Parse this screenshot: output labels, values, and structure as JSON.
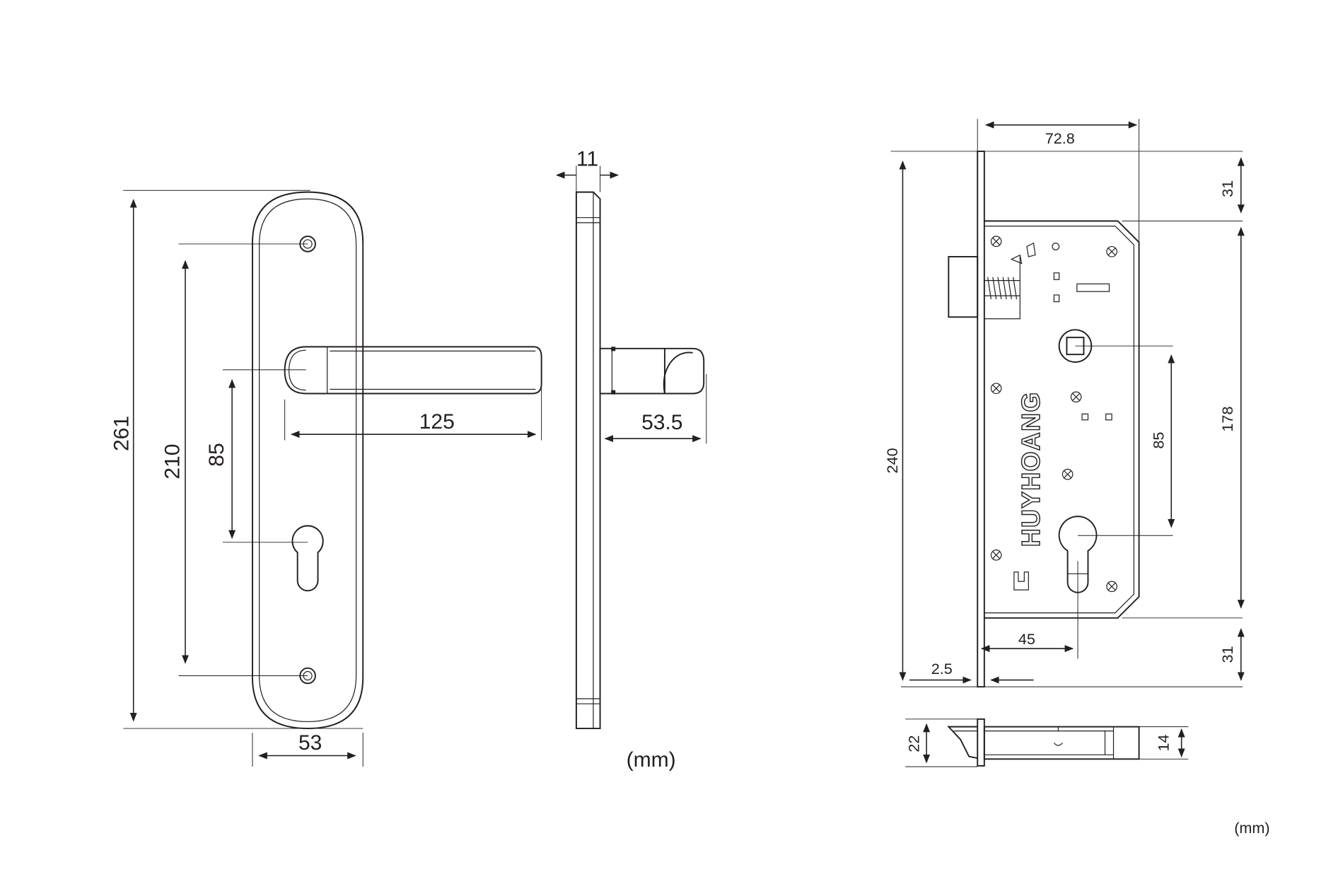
{
  "handle": {
    "dims": {
      "height": "261",
      "screw_spacing": "210",
      "center_to_key": "85",
      "lever_length": "125",
      "width": "53"
    },
    "side_dims": {
      "thickness": "11",
      "projection": "53.5"
    },
    "unit": "(mm)"
  },
  "lock": {
    "brand": "HUYHOANG",
    "dims": {
      "body_width": "72.8",
      "top_offset": "31",
      "body_height": "178",
      "bottom_offset": "31",
      "faceplate_height": "240",
      "center_to_center": "85",
      "backset": "45",
      "faceplate_thickness": "2.5",
      "faceplate_width": "22",
      "body_thickness": "14"
    },
    "unit": "(mm)"
  },
  "colors": {
    "line": "#231f20",
    "background": "#ffffff"
  }
}
